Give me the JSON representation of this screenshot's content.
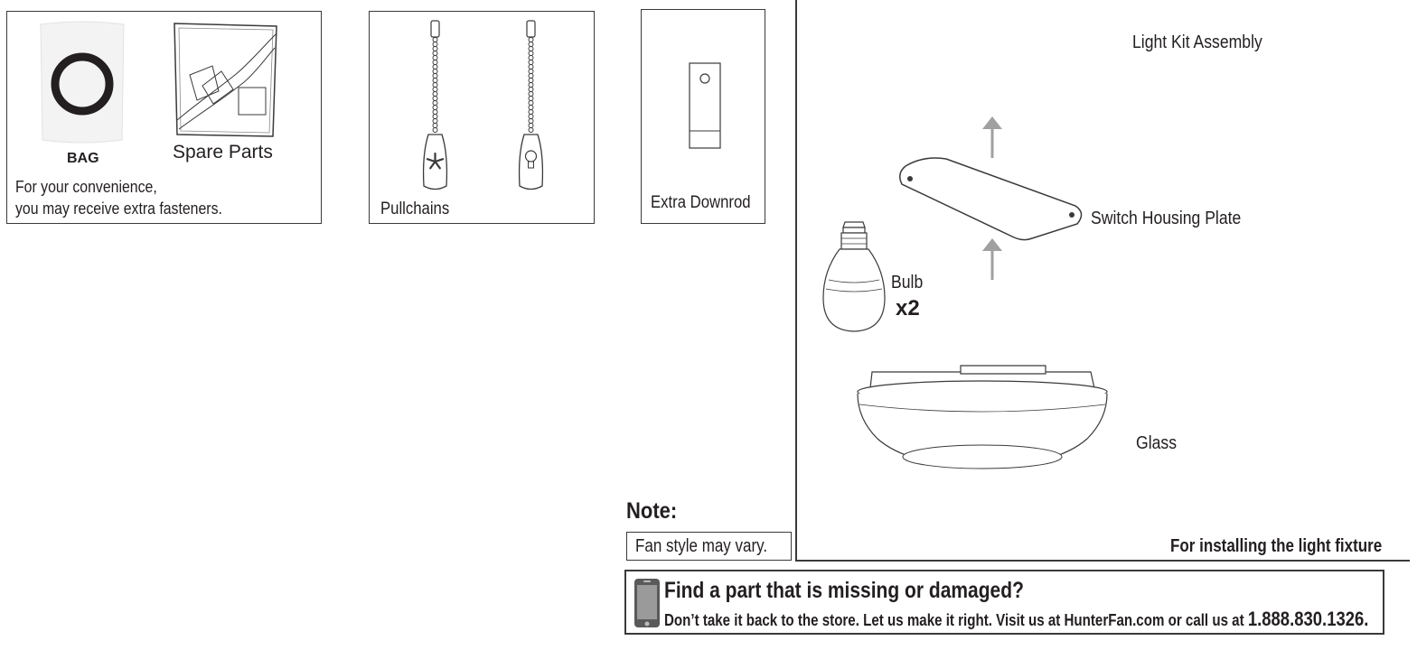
{
  "bag_panel": {
    "bag_label": "BAG",
    "spare_parts_label": "Spare Parts",
    "note_line1": "For your convenience,",
    "note_line2": "you may receive extra fasteners."
  },
  "pullchains_panel": {
    "label": "Pullchains"
  },
  "downrod_panel": {
    "label": "Extra Downrod"
  },
  "light_kit": {
    "title": "Light Kit Assembly",
    "switch_housing_label": "Switch Housing Plate",
    "bulb_label": "Bulb",
    "bulb_qty": "x2",
    "glass_label": "Glass",
    "footer": "For installing the light fixture"
  },
  "note": {
    "heading": "Note:",
    "text": "Fan style may vary."
  },
  "support": {
    "headline": "Find a part that is missing or damaged?",
    "body": "Don’t take it back to the store. Let us make it right. Visit us at HunterFan.com or call us at",
    "phone": "1.888.830.1326."
  },
  "colors": {
    "line": "#3a3a3a",
    "arrow": "#a0a0a0",
    "bag_fill": "#f3f3f3"
  }
}
